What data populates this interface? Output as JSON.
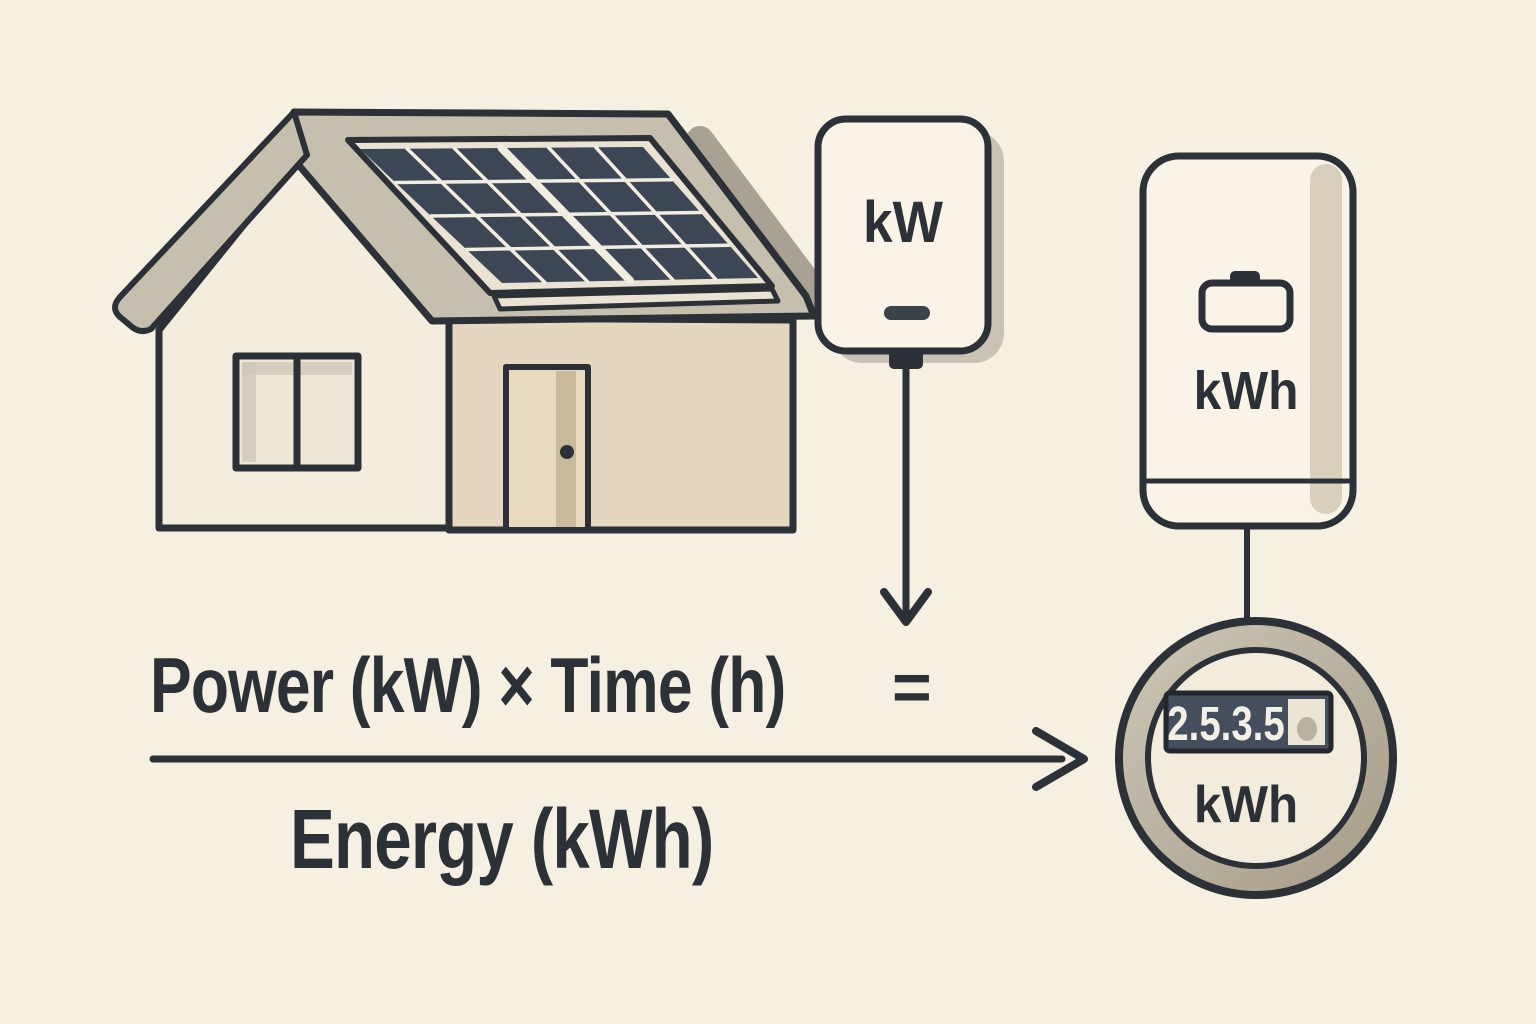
{
  "house": {
    "icons": [
      "house-icon",
      "solar-panel-icon",
      "window-icon",
      "door-icon"
    ]
  },
  "inverter": {
    "label": "kW",
    "icons": [
      "vent-slot-icon",
      "plug-connector-icon",
      "arrow-down-icon"
    ]
  },
  "battery": {
    "label": "kWh",
    "icon": "battery-icon"
  },
  "meter": {
    "reading": "2.5.3.5",
    "unit": "kWh",
    "icon": "meter-dial-icon"
  },
  "formula": {
    "lhs": "Power (kW) × Time (h)",
    "equals": "=",
    "result": "Energy (kWh)",
    "flow_icon": "arrow-right-icon"
  },
  "colors": {
    "background": "#f6f0e3",
    "ink": "#2c3137",
    "roof": "#c7bfae",
    "roof_shadow": "#a9a294",
    "wall_front": "#f4ecdc",
    "wall_side": "#e5d7bf",
    "door": "#e8dabf",
    "door_trim": "#c9ba9c",
    "window_pane": "#f0e8d6",
    "window_shade": "#cfc5b5",
    "panel": "#3d4654",
    "panel_grid": "#f2ede1",
    "panel_frame": "#eae3d3",
    "device_fill": "#faf4e8",
    "device_shadow": "#a59e90",
    "vent": "#3a424a",
    "stripe": "#d9cfbb",
    "meter_ring": "#b3aa97",
    "meter_ring_light": "#cfc7b6",
    "meter_face": "#f3ecdd",
    "display_bg": "#454e5c",
    "display_frame": "#23282e",
    "display_text": "#f4f0e6",
    "display_cell": "#ece5d4",
    "display_dot": "#b9b1a1"
  }
}
